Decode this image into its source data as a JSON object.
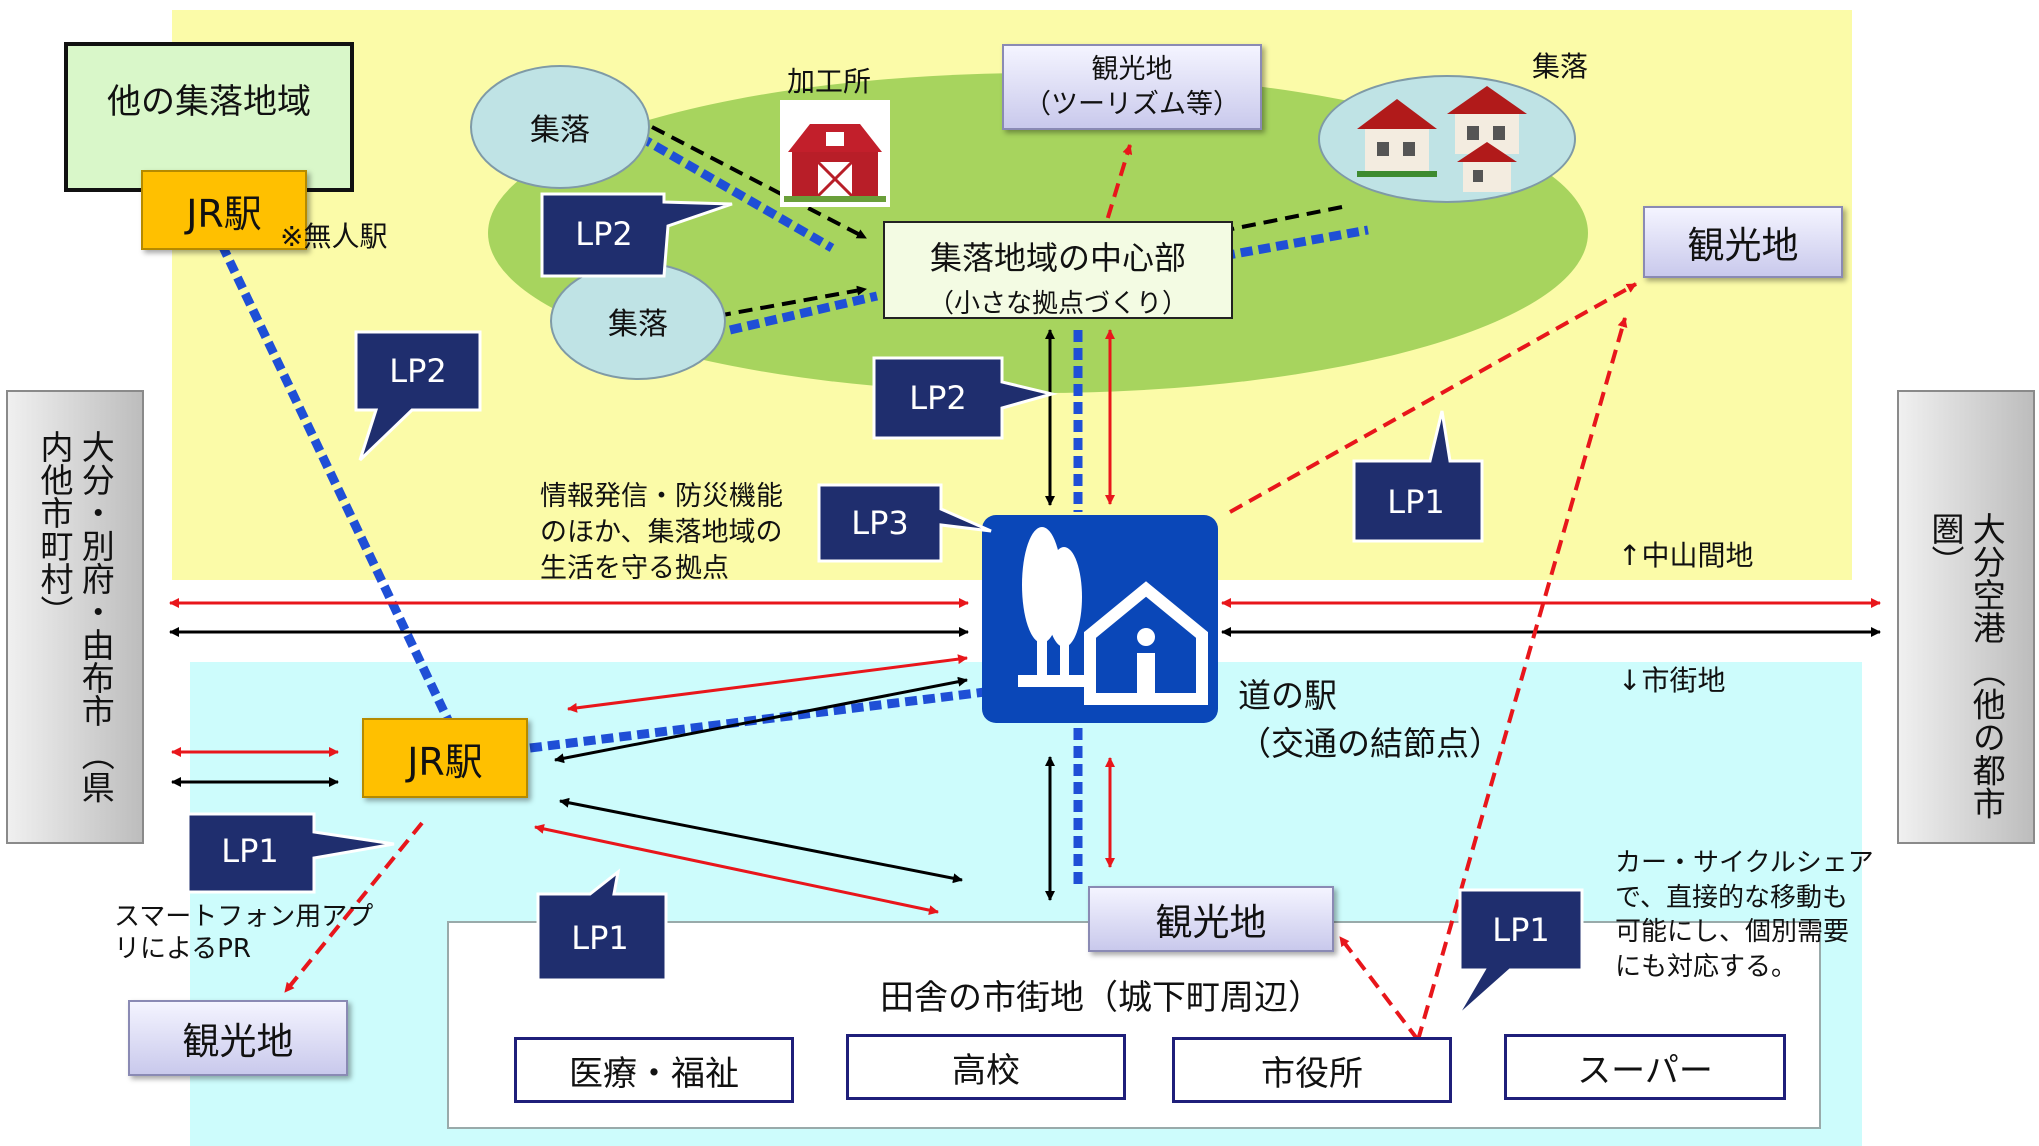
{
  "zones": {
    "mountain_label": "↑中山間地",
    "city_label": "↓市街地"
  },
  "other_settlement_area": {
    "title": "他の集落地域",
    "station": "JR駅",
    "station_note": "※無人駅"
  },
  "settlements": {
    "left_top": "集落",
    "left_bottom": "集落",
    "right": "集落"
  },
  "processing_plant": {
    "label": "加工所"
  },
  "tourism_top": {
    "line1": "観光地",
    "line2": "（ツーリズム等）"
  },
  "hub": {
    "line1": "集落地域の中心部",
    "line2": "（小さな拠点づくり）"
  },
  "tourist_right": {
    "label": "観光地"
  },
  "left_side": {
    "line1": "大分・別府・由布市",
    "line2": "（県内他市町村）"
  },
  "right_side": {
    "line1": "大分空港",
    "line2": "（他の都市圏）"
  },
  "michi_no_eki": {
    "line1": "道の駅",
    "line2": "（交通の結節点）"
  },
  "lp3_note": {
    "line1": "情報発信・防災機能",
    "line2": "のほか、集落地域の",
    "line3": "生活を守る拠点"
  },
  "city_station": {
    "label": "JR駅"
  },
  "smartphone_note": {
    "line1": "スマートフォン用アプ",
    "line2": "リによるPR"
  },
  "tourist_bottom_left": {
    "label": "観光地"
  },
  "tourist_center_bottom": {
    "label": "観光地"
  },
  "share_note": {
    "line1": "カー・サイクルシェア",
    "line2": "で、直接的な移動も",
    "line3": "可能にし、個別需要",
    "line4": "にも対応する。"
  },
  "town": {
    "title": "田舎の市街地（城下町周辺）",
    "facilities": [
      "医療・福祉",
      "高校",
      "市役所",
      "スーパー"
    ]
  },
  "callouts": {
    "lp2_left": "LP2",
    "lp2_top": "LP2",
    "lp2_center": "LP2",
    "lp3": "LP3",
    "lp1_right": "LP1",
    "lp1_left": "LP1",
    "lp1_bottom": "LP1",
    "lp1_bottom_right": "LP1"
  },
  "colors": {
    "callout": "#1f2e6e",
    "blue_dots": "#1f4fd6",
    "red": "#e8161b",
    "yellow": "#fbfba8",
    "cyan": "#cdfcfc",
    "green": "#a7d45e",
    "jr": "#ffc000",
    "sign": "#0a47b8"
  }
}
